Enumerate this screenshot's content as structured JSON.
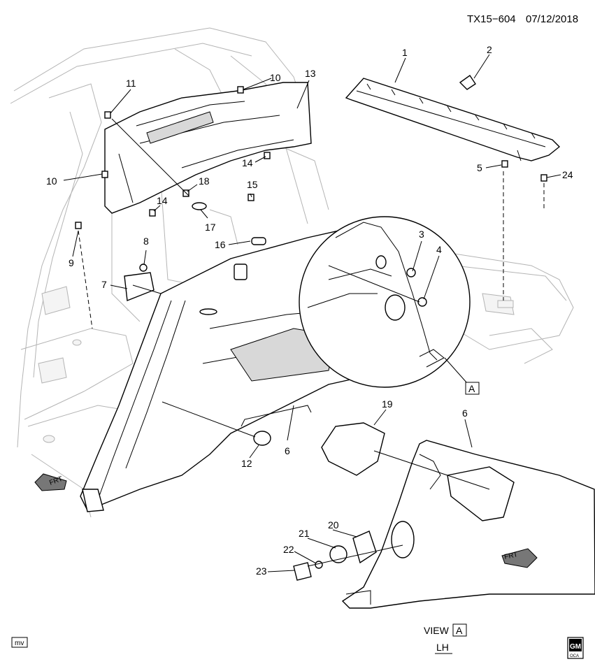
{
  "header": {
    "code": "TX15−604",
    "date": "07/12/2018"
  },
  "callouts": {
    "c1": "1",
    "c2": "2",
    "c3": "3",
    "c4": "4",
    "c5": "5",
    "c6a": "6",
    "c6b": "6",
    "c7": "7",
    "c8": "8",
    "c9": "9",
    "c10a": "10",
    "c10b": "10",
    "c11": "11",
    "c12": "12",
    "c13": "13",
    "c14a": "14",
    "c14b": "14",
    "c15": "15",
    "c16": "16",
    "c17": "17",
    "c18": "18",
    "c19": "19",
    "c20": "20",
    "c21": "21",
    "c22": "22",
    "c23": "23",
    "c24": "24"
  },
  "detail_ref": "A",
  "view": {
    "label": "VIEW",
    "ref": "A",
    "side": "LH"
  },
  "arrows": {
    "left": "FRT",
    "right": "FRT"
  },
  "footer": {
    "tag": "mv"
  },
  "logo": {
    "top": "GM",
    "bottom": "OCA"
  }
}
